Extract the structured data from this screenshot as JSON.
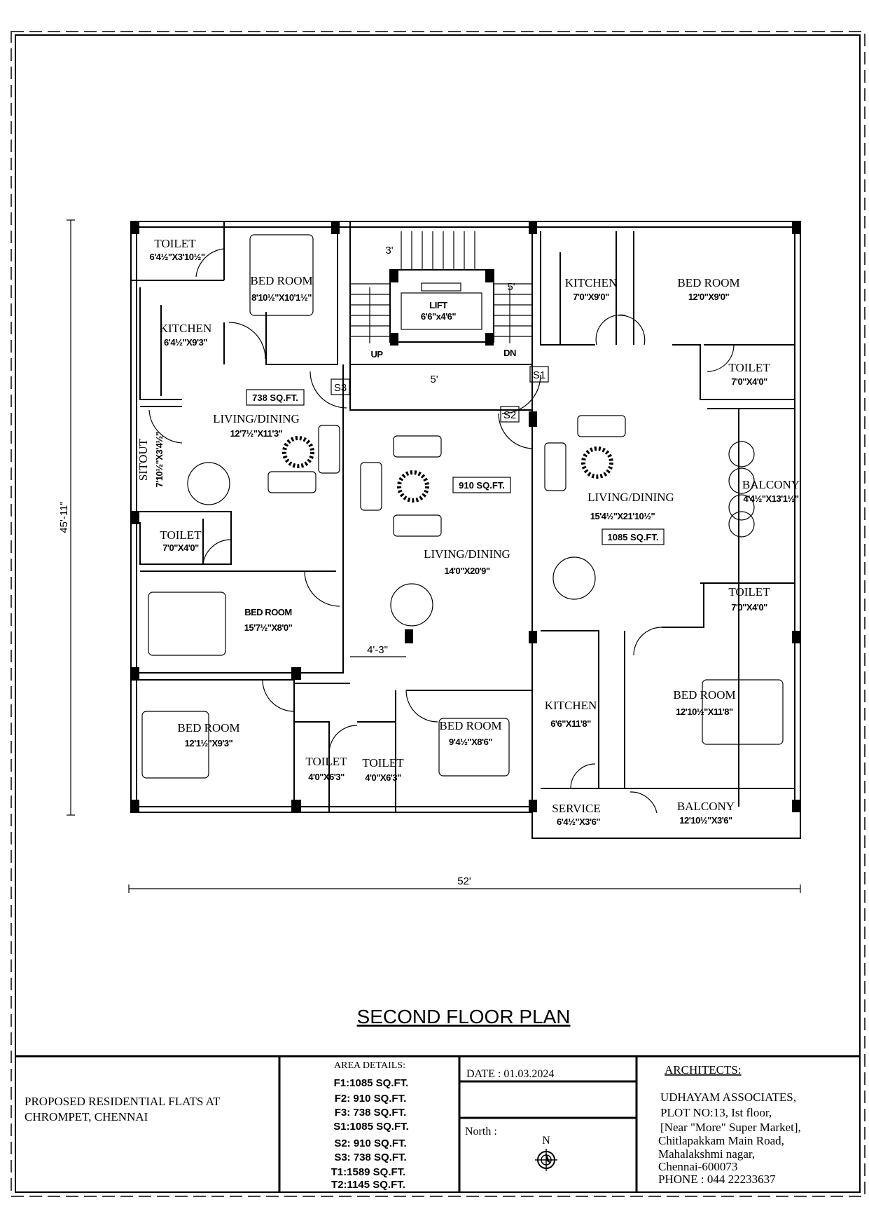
{
  "drawing": {
    "title": "SECOND FLOOR PLAN",
    "dimension_width": "52'",
    "dimension_height": "45'-11\"",
    "stair_dims": [
      "3'",
      "5'",
      "5'"
    ],
    "stair_up": "UP",
    "stair_down": "DN",
    "dim_4_3": "4'-3\"",
    "flat_tags": [
      "S1",
      "S2",
      "S3"
    ],
    "areas": [
      "738 SQ.FT.",
      "910 SQ.FT.",
      "1085 SQ.FT."
    ],
    "rooms": [
      {
        "name": "TOILET",
        "dims": "6'4½\"X3'10½\""
      },
      {
        "name": "BED  ROOM",
        "dims": "8'10½\"X10'1½\""
      },
      {
        "name": "LIFT",
        "dims": "6'6\"x4'6\""
      },
      {
        "name": "KITCHEN",
        "dims": "7'0\"X9'0\""
      },
      {
        "name": "BED  ROOM",
        "dims": "12'0\"X9'0\""
      },
      {
        "name": "KITCHEN",
        "dims": "6'4½\"X9'3\""
      },
      {
        "name": "TOILET",
        "dims": "7'0\"X4'0\""
      },
      {
        "name": "LIVING/DINING",
        "dims": "12'7½\"X11'3\""
      },
      {
        "name": "SITOUT",
        "dims": "7'10½\"X3'4½\""
      },
      {
        "name": "BALCONY",
        "dims": "4'4½\"X13'1½\""
      },
      {
        "name": "LIVING/DINING",
        "dims": "15'4½\"X21'10½\""
      },
      {
        "name": "TOILET",
        "dims": "7'0\"X4'0\""
      },
      {
        "name": "LIVING/DINING",
        "dims": "14'0\"X20'9\""
      },
      {
        "name": "TOILET",
        "dims": "7'0\"X4'0\""
      },
      {
        "name": "BED ROOM",
        "dims": "15'7½\"X8'0\""
      },
      {
        "name": "KITCHEN",
        "dims": "6'6\"X11'8\""
      },
      {
        "name": "BED  ROOM",
        "dims": "12'10½\"X11'8\""
      },
      {
        "name": "BED  ROOM",
        "dims": "12'1½\"X9'3\""
      },
      {
        "name": "BED  ROOM",
        "dims": "9'4½\"X8'6\""
      },
      {
        "name": "TOILET",
        "dims": "4'0\"X6'3\""
      },
      {
        "name": "TOILET",
        "dims": "4'0\"X6'3\""
      },
      {
        "name": "SERVICE",
        "dims": "6'4½\"X3'6\""
      },
      {
        "name": "BALCONY",
        "dims": "12'10½\"X3'6\""
      }
    ]
  },
  "title_block": {
    "project": [
      "PROPOSED  RESIDENTIAL  FLATS  AT",
      "CHROMPET,  CHENNAI"
    ],
    "area_details_label": "AREA  DETAILS:",
    "area_details": [
      "F1:1085 SQ.FT.",
      "F2: 910 SQ.FT.",
      "F3: 738 SQ.FT.",
      "S1:1085 SQ.FT.",
      "S2: 910 SQ.FT.",
      "S3: 738 SQ.FT.",
      "T1:1589 SQ.FT.",
      "T2:1145 SQ.FT."
    ],
    "date": "DATE  :  01.03.2024",
    "north_label": "North  :",
    "north_letter": "N",
    "architects_label": "ARCHITECTS:",
    "architect_lines": [
      "UDHAYAM   ASSOCIATES,",
      "PLOT  NO:13,  Ist  floor,",
      "[Near  \"More\"  Super  Market],",
      "Chitlapakkam  Main  Road,",
      "Mahalakshmi  nagar,",
      "Chennai-600073",
      "PHONE  :  044  22233637"
    ]
  }
}
